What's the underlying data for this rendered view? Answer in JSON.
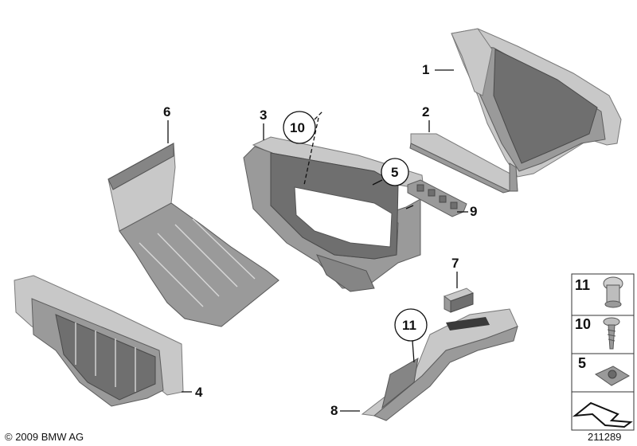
{
  "callouts": {
    "c1": "1",
    "c2": "2",
    "c3": "3",
    "c4": "4",
    "c5": "5",
    "c6": "6",
    "c7": "7",
    "c8": "8",
    "c9": "9",
    "c10": "10",
    "c11": "11"
  },
  "legend": {
    "items": [
      {
        "number": "11",
        "icon": "expanding-rivet-icon"
      },
      {
        "number": "10",
        "icon": "screw-icon"
      },
      {
        "number": "5",
        "icon": "clip-nut-icon"
      }
    ],
    "arrow_icon": "assembly-direction-icon"
  },
  "footer": {
    "copyright": "© 2009 BMW AG",
    "diagram_number": "211289"
  }
}
